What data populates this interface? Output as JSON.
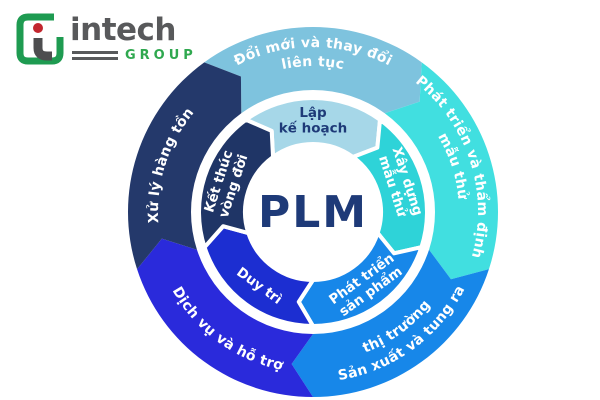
{
  "logo": {
    "brand": "intech",
    "group": "GROUP",
    "brand_color": "#58595B",
    "group_color": "#2FA84F",
    "mark_green": "#1E9B51",
    "mark_gray": "#4D4D4F",
    "mark_dot_red": "#C2262E"
  },
  "diagram": {
    "type": "cycle-rings",
    "center_label": "PLM",
    "center_text_color": "#1E3A78",
    "label_text_color": "#FFFFFF",
    "segments": [
      {
        "id": "innovation-planning",
        "outer_label": [
          "Đổi mới và thay đổi",
          "liên tục"
        ],
        "inner_label": [
          "Lập",
          "kế hoạch"
        ],
        "outer_color": "#7EC3DE",
        "inner_color": "#A6D7E8",
        "outer_text_color": "#FFFFFF",
        "inner_text_color": "#1E3A78"
      },
      {
        "id": "prototype-validation",
        "outer_label": [
          "Phát triển và thẩm định",
          "mẫu thử"
        ],
        "inner_label": [
          "Xây dựng",
          "mẫu thử"
        ],
        "outer_color": "#41DFE0",
        "inner_color": "#2ED3D8",
        "outer_text_color": "#FFFFFF",
        "inner_text_color": "#FFFFFF"
      },
      {
        "id": "production-launch",
        "outer_label": [
          "Sản xuất và tung ra",
          "thị trường"
        ],
        "inner_label": [
          "Phát triển",
          "sản phẩm"
        ],
        "outer_color": "#1787E9",
        "inner_color": "#1787E9",
        "outer_text_color": "#FFFFFF",
        "inner_text_color": "#FFFFFF"
      },
      {
        "id": "service-support",
        "outer_label": [
          "Dịch vụ và hỗ trợ"
        ],
        "inner_label": [
          "Duy trì"
        ],
        "outer_color": "#2A2ADB",
        "inner_color": "#1C2ED1",
        "outer_text_color": "#FFFFFF",
        "inner_text_color": "#FFFFFF"
      },
      {
        "id": "inventory-endoflife",
        "outer_label": [
          "Xử lý hàng tồn"
        ],
        "inner_label": [
          "Kết thúc",
          "vòng đời"
        ],
        "outer_color": "#24396B",
        "inner_color": "#1F3566",
        "outer_text_color": "#FFFFFF",
        "inner_text_color": "#FFFFFF"
      }
    ]
  }
}
